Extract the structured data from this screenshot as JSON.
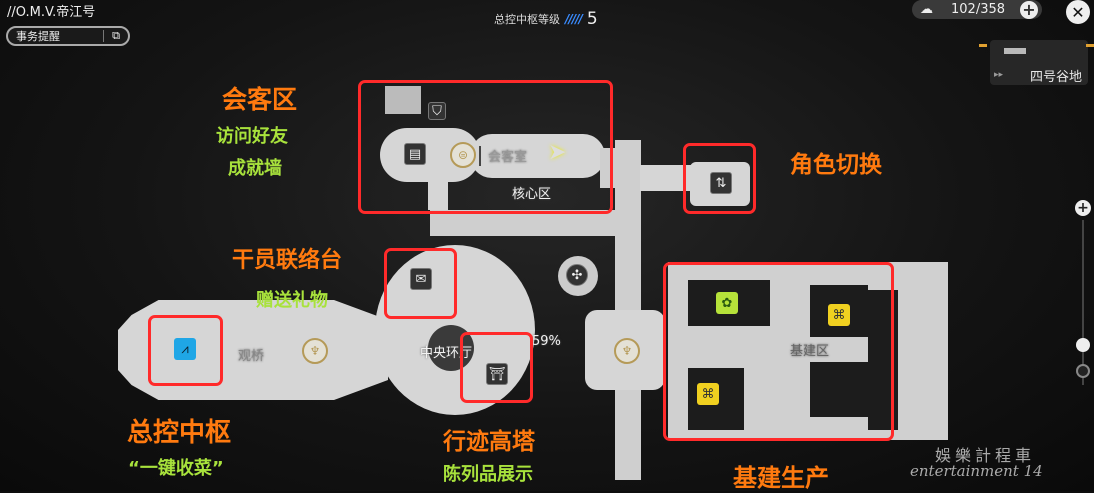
{
  "header": {
    "ship_name": "//O.M.V.帝江号",
    "task_button": "事务提醒",
    "hub_level_label": "总控中枢等级",
    "hub_level": "5",
    "stamina": "102/358"
  },
  "minimap": {
    "region": "四号谷地"
  },
  "map_labels": {
    "meeting_room": "会客室",
    "core_zone": "核心区",
    "bridge": "观桥",
    "central_hall": "中央环厅",
    "progress": "59%",
    "base_zone": "基建区"
  },
  "annotations": {
    "reception": {
      "title": "会客区",
      "lines": [
        "访问好友",
        "成就墙"
      ]
    },
    "character_switch": {
      "title": "角色切换"
    },
    "operator_contact": {
      "title": "干员联络台",
      "lines": [
        "赠送礼物"
      ]
    },
    "control_hub": {
      "title": "总控中枢",
      "lines": [
        "“一键收菜”"
      ]
    },
    "trail_tower": {
      "title": "行迹高塔",
      "lines": [
        "陈列品展示"
      ]
    },
    "base_production": {
      "title": "基建生产"
    }
  },
  "watermark": {
    "line1": "娛樂計程車",
    "line2": "entertainment 14"
  },
  "colors": {
    "highlight": "#ff2a2a",
    "orange": "#ff7a0f",
    "green": "#a8e23c",
    "level": "#3a8cff"
  }
}
